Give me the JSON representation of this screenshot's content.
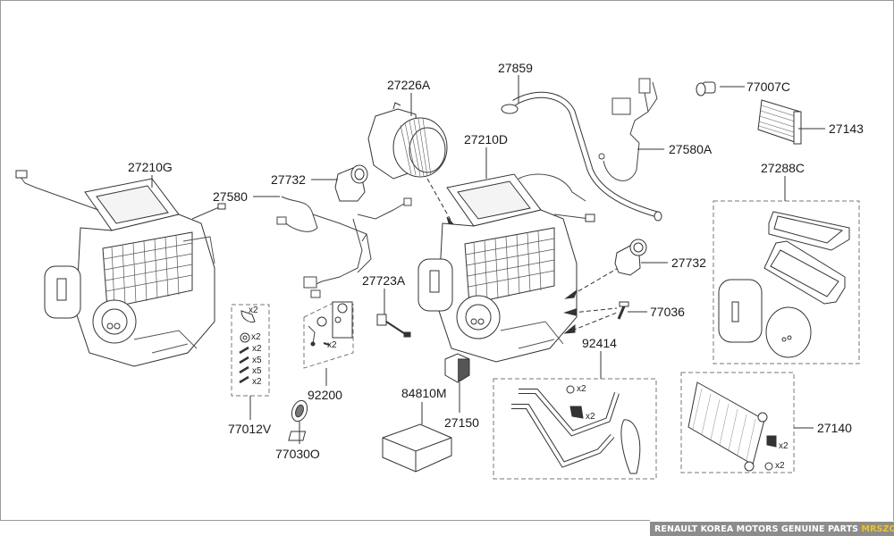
{
  "diagram": {
    "title": "HVAC / Heater & Air Conditioner Unit Assembly",
    "parts": [
      {
        "id": "p-27210G",
        "code": "27210G",
        "name": "heater-blower-unit-assembly-left"
      },
      {
        "id": "p-27580",
        "code": "27580",
        "name": "wiring-harness"
      },
      {
        "id": "p-27732a",
        "code": "27732",
        "name": "actuator-upper"
      },
      {
        "id": "p-27226A",
        "code": "27226A",
        "name": "blower-motor"
      },
      {
        "id": "p-27859",
        "code": "27859",
        "name": "drain-hose"
      },
      {
        "id": "p-27210D",
        "code": "27210D",
        "name": "heater-blower-unit-assembly-right"
      },
      {
        "id": "p-77007C",
        "code": "77007C",
        "name": "sensor"
      },
      {
        "id": "p-27580A",
        "code": "27580A",
        "name": "wiring-harness-a"
      },
      {
        "id": "p-27143",
        "code": "27143",
        "name": "ptc-heater"
      },
      {
        "id": "p-27288C",
        "code": "27288C",
        "name": "filter-and-seal-kit"
      },
      {
        "id": "p-27732b",
        "code": "27732",
        "name": "actuator-right"
      },
      {
        "id": "p-77036",
        "code": "77036",
        "name": "screw"
      },
      {
        "id": "p-27723A",
        "code": "27723A",
        "name": "temperature-sensor"
      },
      {
        "id": "p-92414",
        "code": "92414",
        "name": "heater-pipe-kit"
      },
      {
        "id": "p-92200",
        "code": "92200",
        "name": "expansion-valve-kit"
      },
      {
        "id": "p-77012V",
        "code": "77012V",
        "name": "fastener-kit"
      },
      {
        "id": "p-77030O",
        "code": "77030O",
        "name": "grommet"
      },
      {
        "id": "p-84810M",
        "code": "84810M",
        "name": "control-module"
      },
      {
        "id": "p-27150",
        "code": "27150",
        "name": "blower-resistor"
      },
      {
        "id": "p-27140",
        "code": "27140",
        "name": "heater-core"
      }
    ],
    "kit_quantities": {
      "77012V": [
        "x2",
        "x2",
        "x2",
        "x5",
        "x5",
        "x2"
      ],
      "92200": [
        "x2"
      ],
      "92414": [
        "x2",
        "x2"
      ],
      "27140": [
        "x2",
        "x2"
      ]
    }
  },
  "banner": {
    "text": "RENAULT KOREA MOTORS GENUINE PARTS",
    "brand": "MRSZONE",
    "accent_color": "#f0c419",
    "background_color": "#8c8c8c"
  }
}
